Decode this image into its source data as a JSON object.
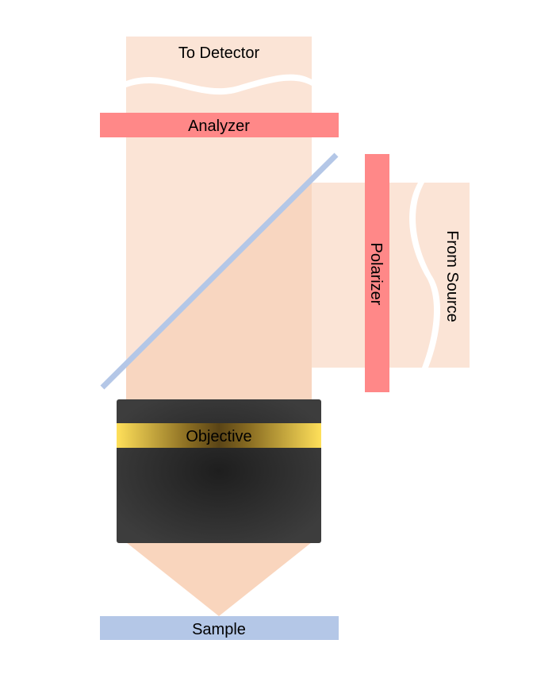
{
  "labels": {
    "to_detector": "To Detector",
    "analyzer": "Analyzer",
    "polarizer": "Polarizer",
    "from_source": "From Source",
    "objective": "Objective",
    "sample": "Sample"
  },
  "colors": {
    "beam_light": "#fbe4d6",
    "beam_overlap": "#f8d6c0",
    "beam_lower": "#f9d5bd",
    "polarizer_filter": "#ff8888",
    "beam_splitter": "#b4c7e7",
    "sample": "#b4c7e7",
    "objective_body": "#2b2b2b",
    "objective_band": "#ffe05a"
  }
}
